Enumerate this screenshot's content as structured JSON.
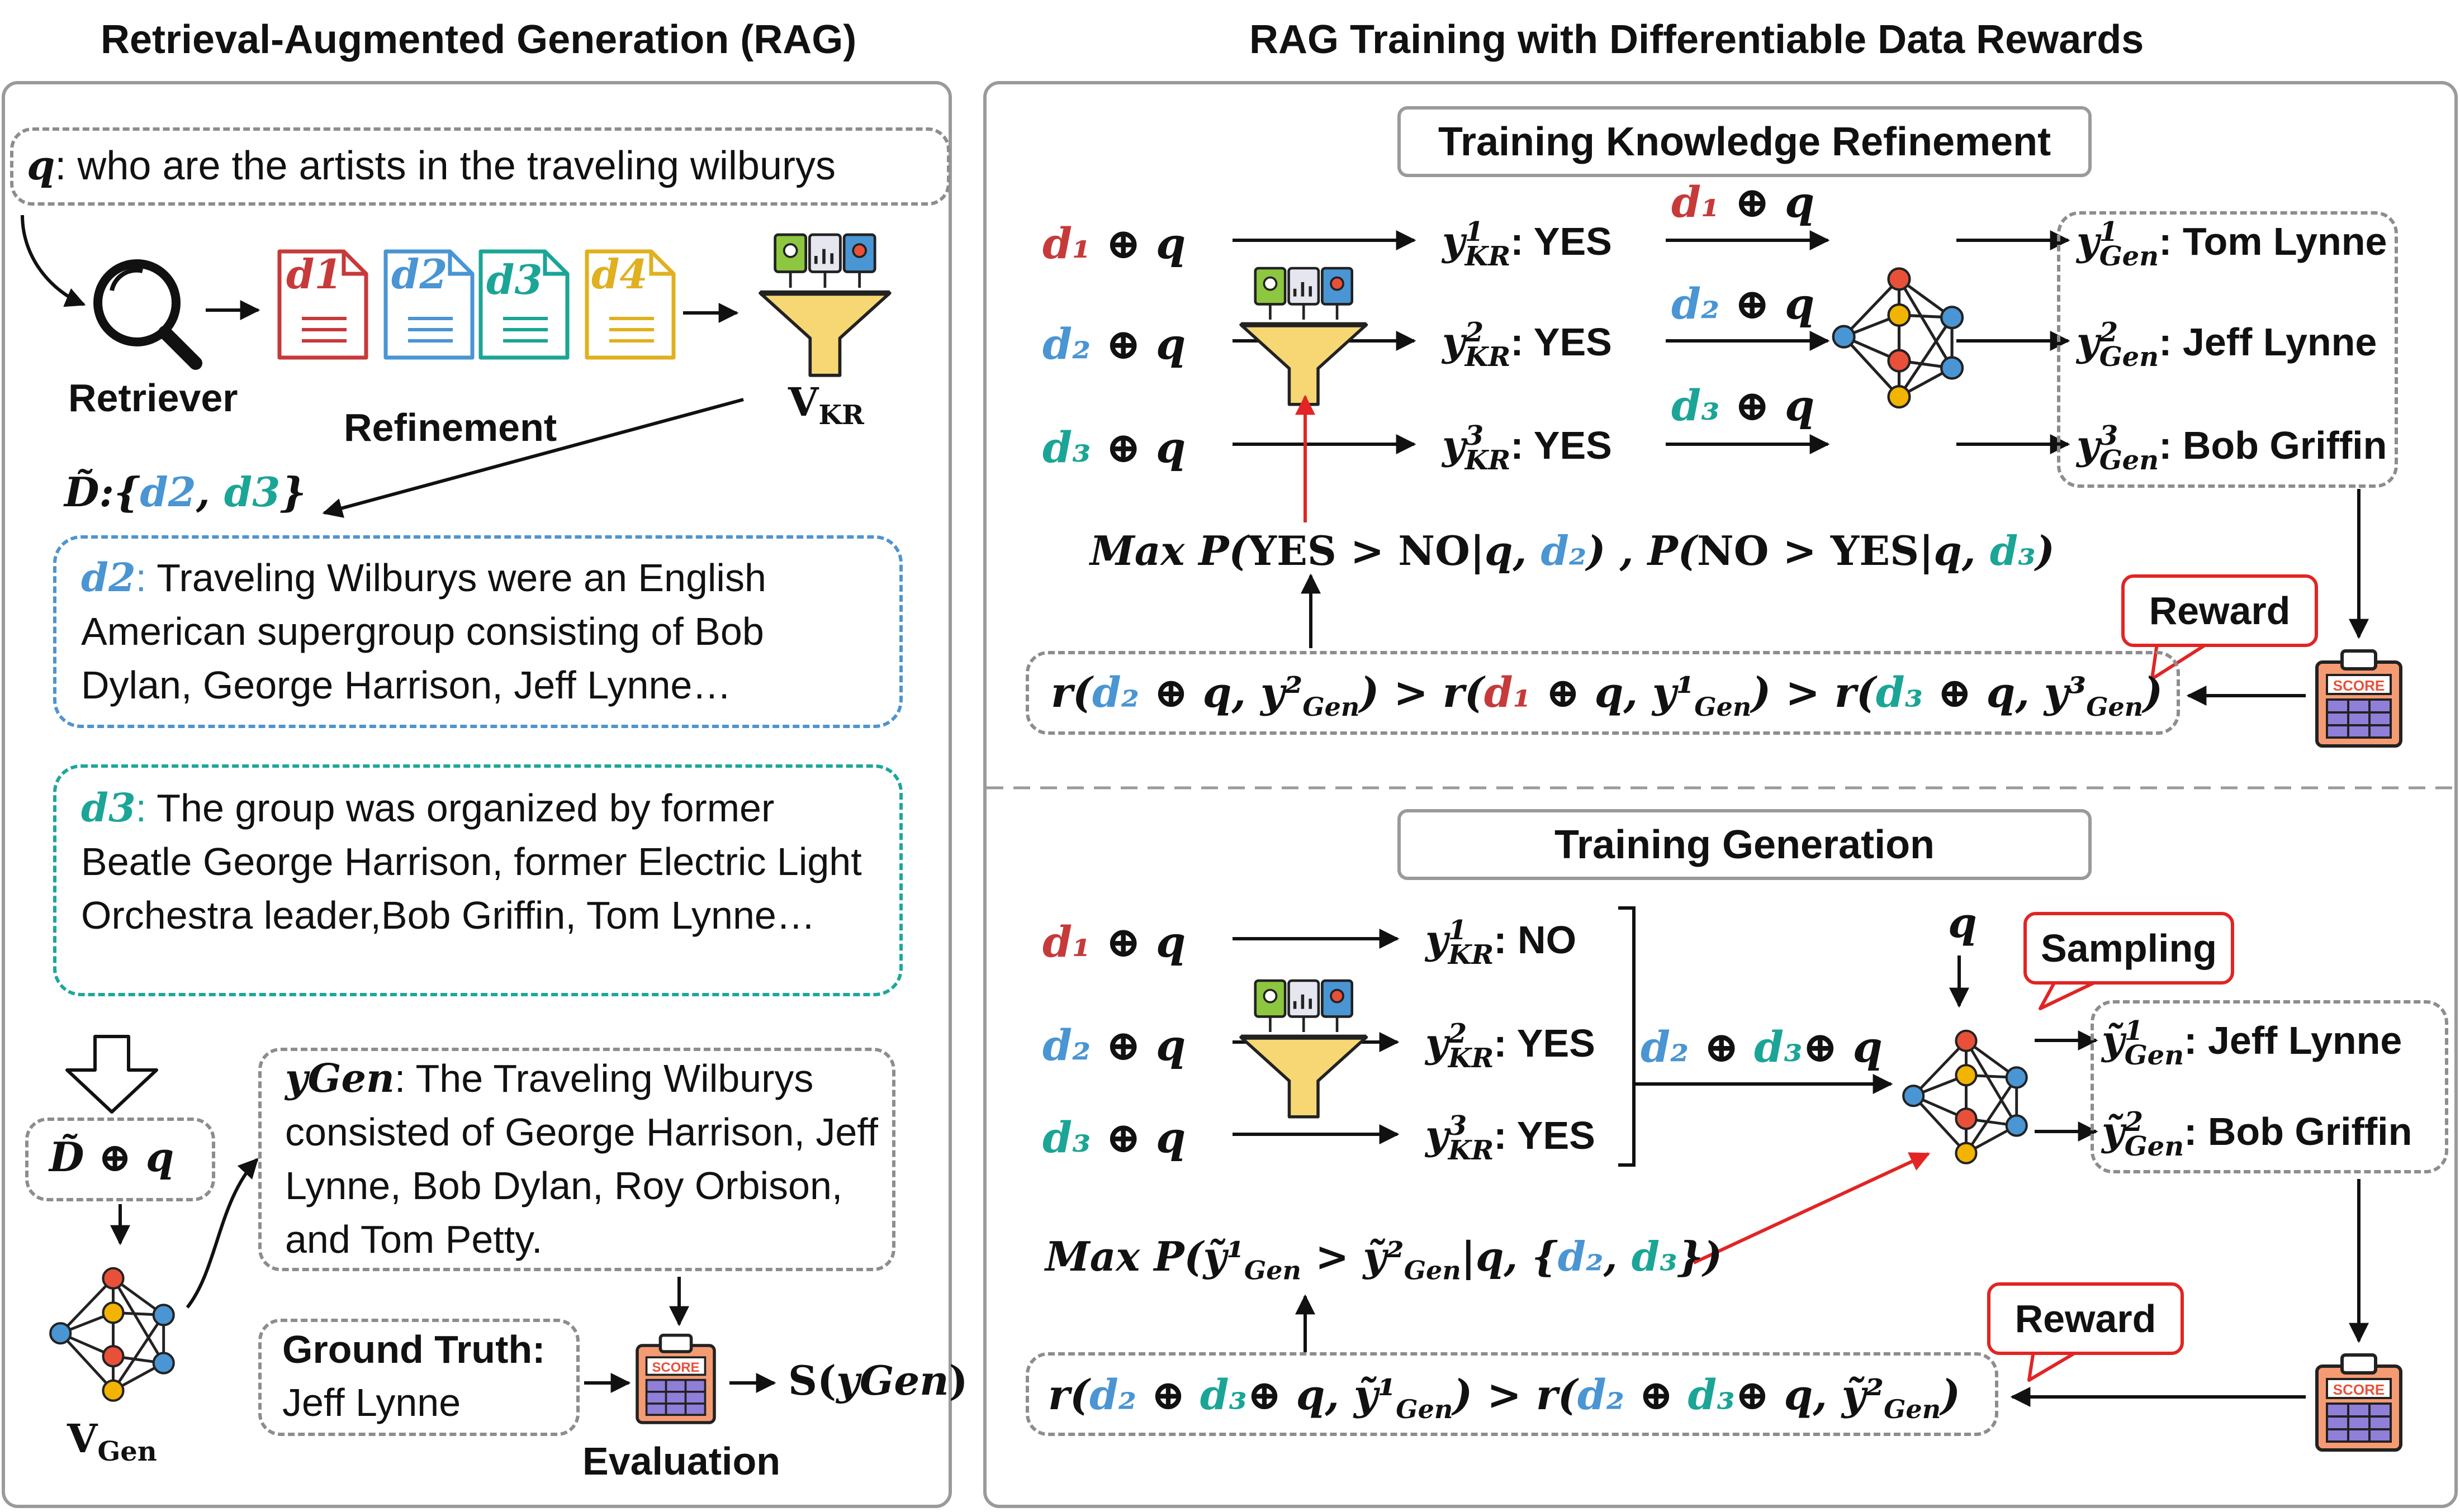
{
  "titles": {
    "left": "Retrieval-Augmented Generation (RAG)",
    "right": "RAG Training with Differentiable Data Rewards"
  },
  "left": {
    "query_var": "q",
    "query_text": ": who are the artists in the traveling wilburys",
    "retriever_label": "Retriever",
    "refinement_label": "Refinement",
    "vkr_label": "V",
    "vkr_sub": "KR",
    "docs": [
      "d1",
      "d2",
      "d3",
      "d4"
    ],
    "dset_label": "D̃:{",
    "dset_d2": "d2",
    "dset_sep": ", ",
    "dset_d3": "d3",
    "dset_close": "}",
    "d2_tag": "d2",
    "d2_text": "Traveling Wilburys were an English American supergroup consisting of Bob Dylan, George Harrison, Jeff Lynne…",
    "d3_tag": "d3",
    "d3_text": "The group was organized by former Beatle George Harrison, former Electric Light Orchestra leader,Bob Griffin, Tom Lynne…",
    "dq_label": "D̃ ⊕ q",
    "ygen_var": "yGen",
    "ygen_text": ": The Traveling Wilburys consisted of George Harrison, Jeff Lynne, Bob Dylan, Roy Orbison, and Tom Petty.",
    "vgen_label": "V",
    "vgen_sub": "Gen",
    "gt_title": "Ground Truth:",
    "gt_value": "Jeff Lynne",
    "score_label": "S(",
    "score_var": "yGen",
    "score_close": ")",
    "evaluation_label": "Evaluation"
  },
  "kr": {
    "title": "Training Knowledge Refinement",
    "inputs": [
      "d1 ⊕ q",
      "d2 ⊕ q",
      "d3 ⊕ q"
    ],
    "outputs": [
      {
        "var": "y",
        "sup": "1",
        "sub": "KR",
        "val": ": YES"
      },
      {
        "var": "y",
        "sup": "2",
        "sub": "KR",
        "val": ": YES"
      },
      {
        "var": "y",
        "sup": "3",
        "sub": "KR",
        "val": ": YES"
      }
    ],
    "gen_inputs": [
      "d1 ⊕ q",
      "d2 ⊕ q",
      "d3 ⊕ q"
    ],
    "gen_outputs": [
      {
        "sup": "1",
        "sub": "Gen",
        "val": ": Tom Lynne"
      },
      {
        "sup": "2",
        "sub": "Gen",
        "val": ": Jeff Lynne"
      },
      {
        "sup": "3",
        "sub": "Gen",
        "val": ": Bob Griffin"
      }
    ],
    "objective": "Max P(YES > NO|q, d2) , P(NO > YES|q, d3)",
    "reward_label": "Reward",
    "reward_expr": "r(d2 ⊕ q, y²Gen) > r(d1 ⊕ q, y¹Gen) > r(d3 ⊕ q, y³Gen)"
  },
  "gen": {
    "title": "Training Generation",
    "inputs": [
      "d1 ⊕ q",
      "d2 ⊕ q",
      "d3 ⊕ q"
    ],
    "outputs": [
      {
        "sup": "1",
        "sub": "KR",
        "val": ": NO"
      },
      {
        "sup": "2",
        "sub": "KR",
        "val": ": YES"
      },
      {
        "sup": "3",
        "sub": "KR",
        "val": ": YES"
      }
    ],
    "merged_input": "d2 ⊕ d3⊕ q",
    "q_label": "q",
    "sampling_label": "Sampling",
    "samples": [
      {
        "sup": "1",
        "sub": "Gen",
        "val": ": Jeff Lynne"
      },
      {
        "sup": "2",
        "sub": "Gen",
        "val": ": Bob Griffin"
      }
    ],
    "objective": "Max P(ỹ¹Gen > ỹ²Gen|q, {d2, d3})",
    "reward_label": "Reward",
    "reward_expr": "r(d2 ⊕ d3⊕ q, ỹ¹Gen) > r(d2 ⊕ d3⊕ q, ỹ²Gen)"
  },
  "colors": {
    "d1": "#c73a3a",
    "d2": "#4a95d3",
    "d3": "#1ba596",
    "d4": "#e0b020",
    "accent_red": "#e22424",
    "border_gray": "#8d8d8d"
  },
  "icons": [
    "search-icon",
    "document-icon",
    "funnel-filter-icon",
    "neural-network-icon",
    "scoreboard-icon",
    "hollow-down-arrow-icon"
  ]
}
